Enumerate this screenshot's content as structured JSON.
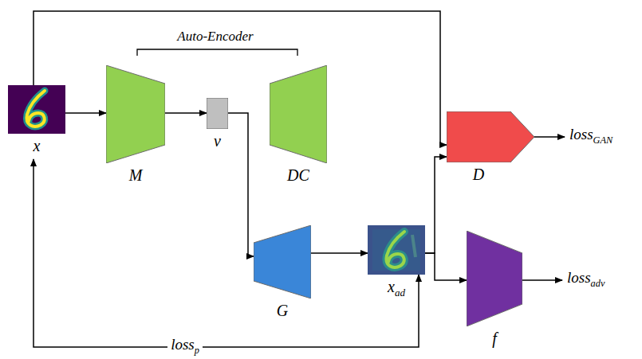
{
  "diagram": {
    "nodes": [
      {
        "text": [
          "x"
        ]
      },
      {
        "text": [
          "M"
        ]
      },
      {
        "text": [
          "v"
        ]
      },
      {
        "text": [
          "DC"
        ]
      },
      {
        "text": [
          "G"
        ]
      },
      {
        "text": [
          "xad"
        ]
      },
      {
        "text": [
          "D"
        ]
      },
      {
        "text": [
          "f"
        ]
      }
    ],
    "edges": [
      {
        "from": 0,
        "to": 1,
        "arrow": "to"
      },
      {
        "from": 1,
        "to": 2,
        "arrow": "to"
      },
      {
        "from": 2,
        "to": 4,
        "arrow": "to"
      },
      {
        "from": 4,
        "to": 5,
        "arrow": "to"
      },
      {
        "from": 0,
        "to": 6,
        "arrow": "to"
      },
      {
        "from": 5,
        "to": 6,
        "arrow": "to"
      },
      {
        "from": 5,
        "to": 7,
        "arrow": "to"
      },
      {
        "from": 5,
        "to": 0,
        "label": "lossp",
        "arrow": "both"
      }
    ],
    "labels": [
      "Auto-Encoder",
      "lossGAN",
      "lossadv"
    ]
  }
}
